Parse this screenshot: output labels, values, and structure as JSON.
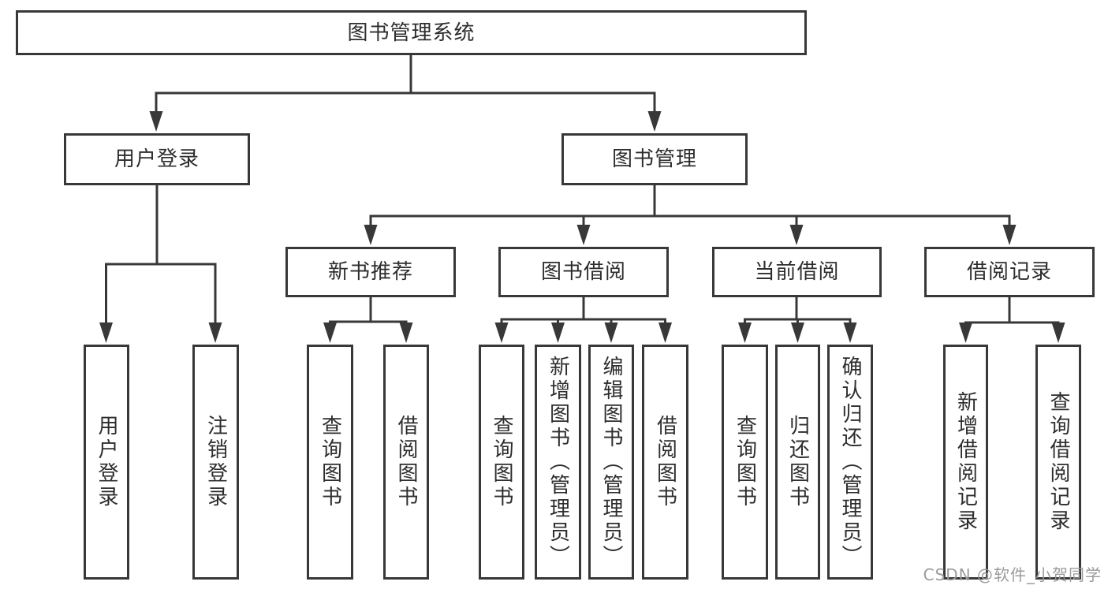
{
  "diagram": {
    "root": {
      "label": "图书管理系统"
    },
    "level2": {
      "user_login": {
        "label": "用户登录"
      },
      "book_mgmt": {
        "label": "图书管理"
      }
    },
    "level3": {
      "new_book_rec": {
        "label": "新书推荐"
      },
      "book_borrow": {
        "label": "图书借阅"
      },
      "current_borrow": {
        "label": "当前借阅"
      },
      "borrow_record": {
        "label": "借阅记录"
      }
    },
    "leaves": {
      "login_1": "用户登录",
      "login_2": "注销登录",
      "rec_1": "查询图书",
      "rec_2": "借阅图书",
      "borrow_1": "查询图书",
      "borrow_2": "新增图书（管理员）",
      "borrow_3": "编辑图书（管理员）",
      "borrow_4": "借阅图书",
      "current_1": "查询图书",
      "current_2": "归还图书",
      "current_3": "确认归还（管理员）",
      "record_1": "新增借阅记录",
      "record_2": "查询借阅记录"
    }
  },
  "watermark": "CSDN @软件_小贺同学",
  "colors": {
    "line": "#383838",
    "border": "#383838",
    "text": "#2d2d2d",
    "watermark": "#9b9b9b",
    "background": "#ffffff"
  }
}
